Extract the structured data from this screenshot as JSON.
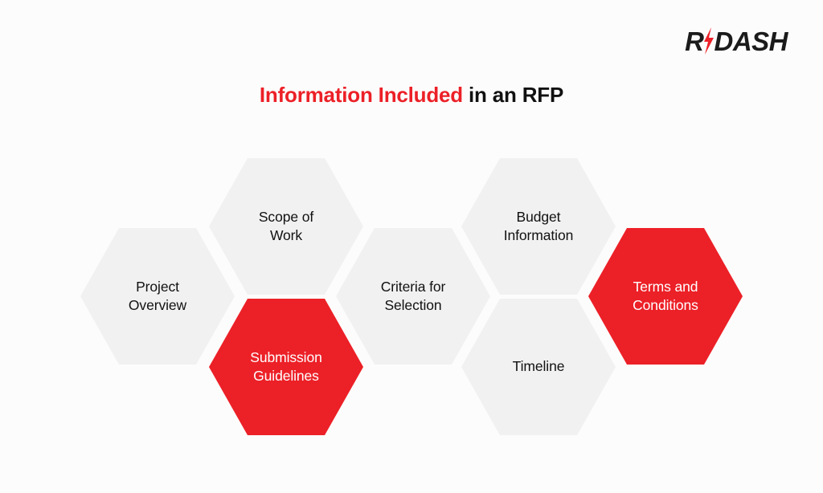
{
  "brand": {
    "logo_text_before": "R",
    "logo_icon": "lightning-bolt-icon",
    "logo_text_after": "DASH",
    "logo_color": "#1b1b1b",
    "logo_accent_color": "#ec2027"
  },
  "title": {
    "accent_part": "Information Included",
    "plain_part": " in an RFP",
    "accent_color": "#ec2027",
    "plain_color": "#111111"
  },
  "colors": {
    "background": "#fdfcfc",
    "hex_grey": "#f1f1f2",
    "hex_red": "#ec2027",
    "text_dark": "#111111",
    "text_light": "#ffffff"
  },
  "hexagons": [
    {
      "id": "project-overview",
      "label": "Project\nOverview",
      "variant": "grey"
    },
    {
      "id": "scope-of-work",
      "label": "Scope of\nWork",
      "variant": "grey"
    },
    {
      "id": "submission-guidelines",
      "label": "Submission\nGuidelines",
      "variant": "red"
    },
    {
      "id": "criteria-for-selection",
      "label": "Criteria for\nSelection",
      "variant": "grey"
    },
    {
      "id": "budget-information",
      "label": "Budget\nInformation",
      "variant": "grey"
    },
    {
      "id": "timeline",
      "label": "Timeline",
      "variant": "grey"
    },
    {
      "id": "terms-and-conditions",
      "label": "Terms and\nConditions",
      "variant": "red"
    }
  ]
}
